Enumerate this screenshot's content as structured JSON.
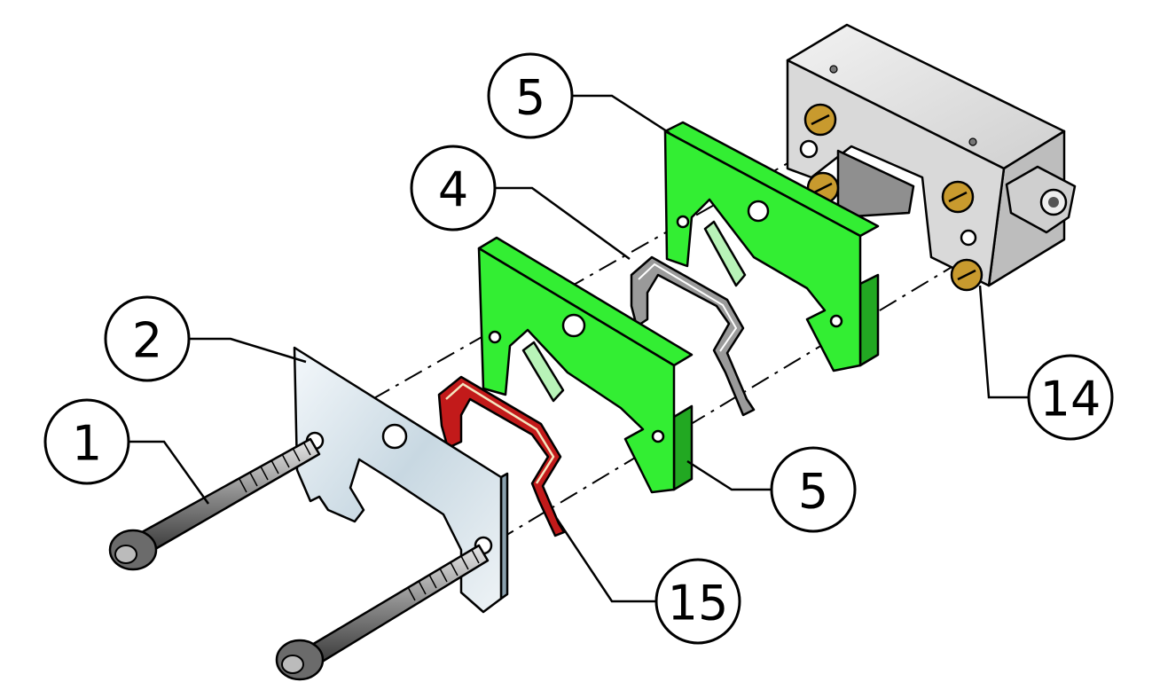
{
  "colors": {
    "seal_plate": "#33ee33",
    "seal_plate_edge": "#22a822",
    "end_plate": "#d8e6ee",
    "housing": "#d6d6d6",
    "brass": "#c89a2e",
    "wiper_red": "#c21a1a",
    "scraper_gray": "#9a9a9a"
  },
  "callouts": [
    {
      "id": "c1",
      "label": "1"
    },
    {
      "id": "c2",
      "label": "2"
    },
    {
      "id": "c4",
      "label": "4"
    },
    {
      "id": "c5a",
      "label": "5"
    },
    {
      "id": "c5b",
      "label": "5"
    },
    {
      "id": "c14",
      "label": "14"
    },
    {
      "id": "c15",
      "label": "15"
    }
  ]
}
